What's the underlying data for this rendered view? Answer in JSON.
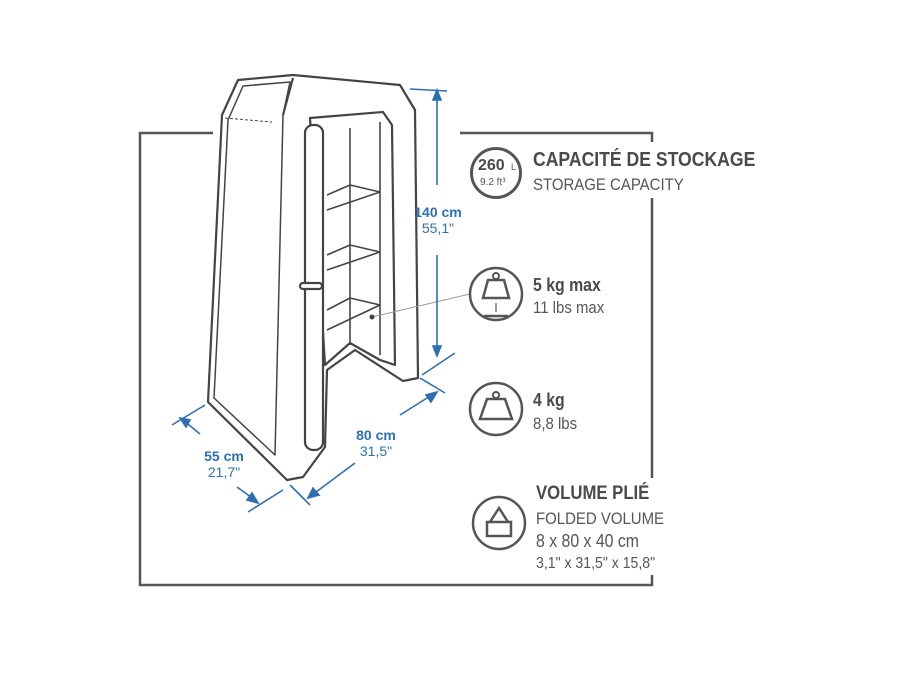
{
  "colors": {
    "frame": "#555555",
    "dimension": "#2f6fb0",
    "text": "#555555"
  },
  "dimensions": {
    "height_cm": "140 cm",
    "height_in": "55,1\"",
    "width_cm": "80 cm",
    "width_in": "31,5\"",
    "depth_cm": "55 cm",
    "depth_in": "21,7\""
  },
  "specs": {
    "capacity": {
      "icon": "capacity-icon",
      "badge_value": "260",
      "badge_unit": "L",
      "badge_sub": "9.2 ft³",
      "title": "CAPACITÉ DE STOCKAGE",
      "subtitle": "STORAGE CAPACITY"
    },
    "max_load": {
      "icon": "shelf-weight-icon",
      "title": "5 kg max",
      "subtitle": "11 lbs max"
    },
    "weight": {
      "icon": "weight-icon",
      "title": "4 kg",
      "subtitle": "8,8 lbs"
    },
    "folded": {
      "icon": "folded-bag-icon",
      "title": "VOLUME PLIÉ",
      "subtitle": "FOLDED VOLUME",
      "size_cm": "8 x 80 x 40 cm",
      "size_in": "3,1\" x 31,5\" x 15,8\""
    }
  }
}
